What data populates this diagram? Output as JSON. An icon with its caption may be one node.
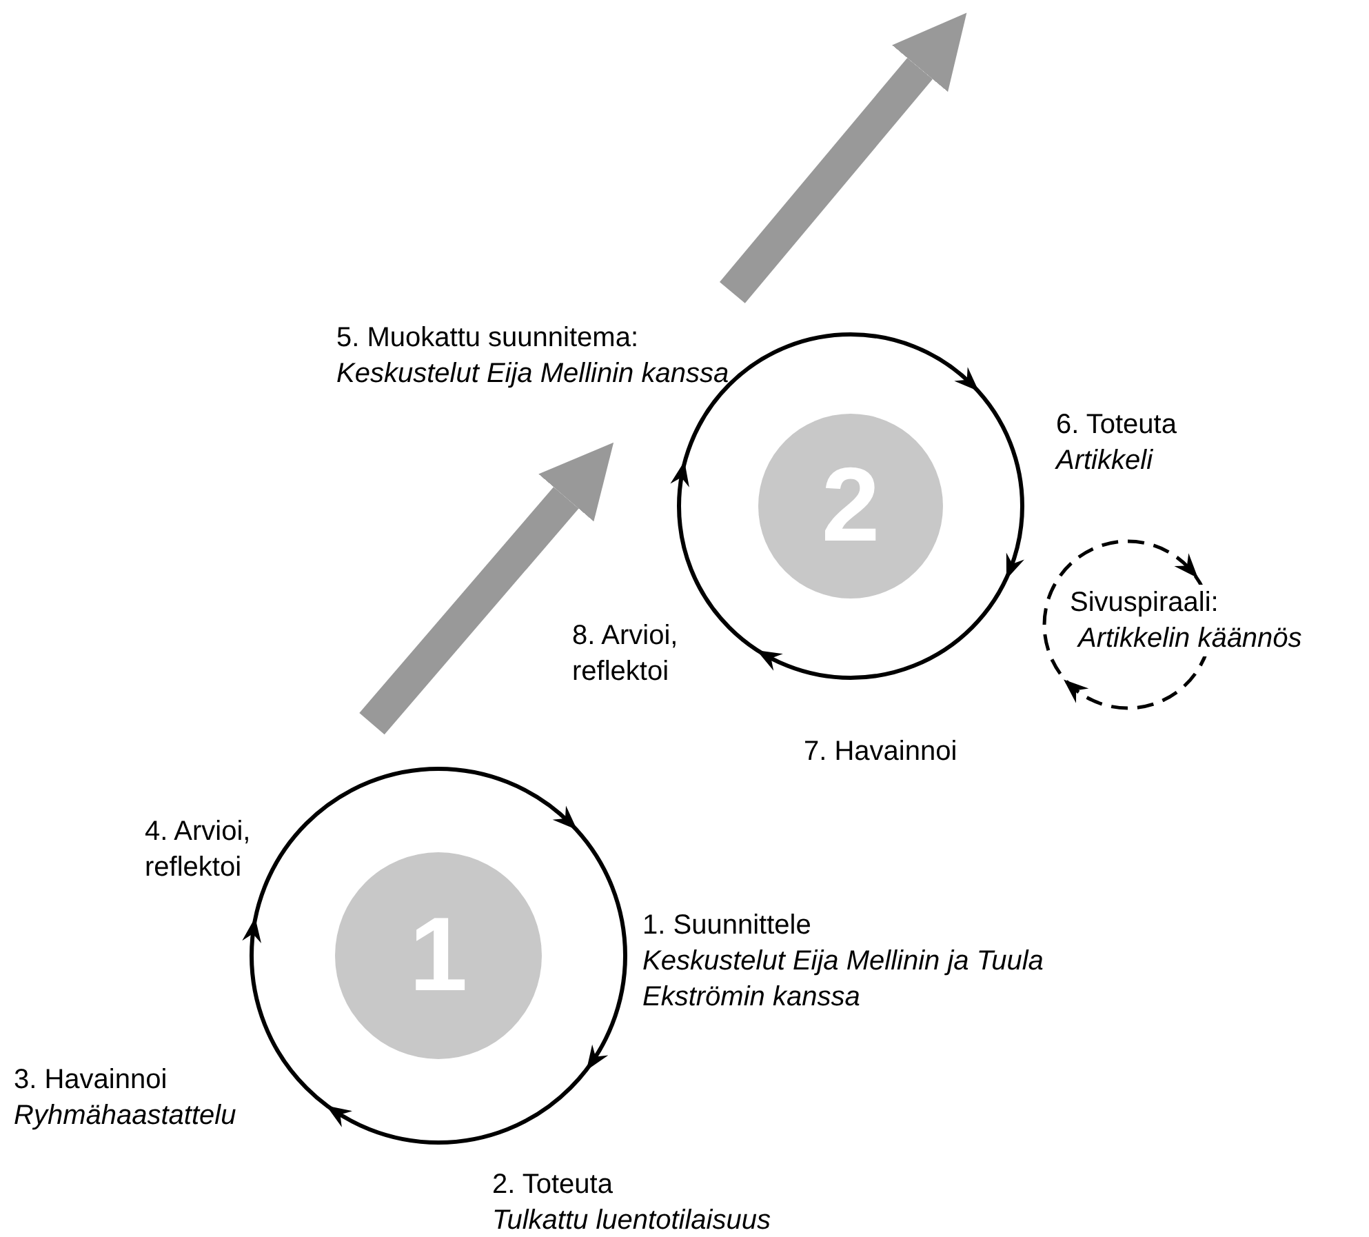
{
  "diagram": {
    "nodes": [
      {
        "text": [],
        "shape": "circle"
      },
      {
        "text": [
          "1"
        ],
        "in": 0
      },
      {
        "text": [],
        "shape": "circle"
      },
      {
        "text": [
          "2"
        ],
        "in": 2
      },
      {
        "text": [],
        "shape": "circle"
      }
    ],
    "edges": [
      {
        "from": 0,
        "to": 2,
        "arrow": "to",
        "color": "#999999"
      },
      {
        "from": 2,
        "to": null,
        "arrow": "to",
        "color": "#999999"
      }
    ],
    "labels": [
      "5. Muokattu suunnitema:",
      "Keskustelut Eija Mellinin kanssa",
      "6. Toteuta",
      "Artikkeli",
      "Sivuspiraali:",
      "Artikkelin käännös",
      "8. Arvioi, reflektoi",
      "7. Havainnoi",
      "4. Arvioi, reflektoi",
      "1. Suunnittele",
      "Keskustelut Eija Mellinin ja Tuula Ekströmin kanssa",
      "3. Havainnoi",
      "Ryhmähaastattelu",
      "2. Toteuta",
      "Tulkattu luentotilaisuus"
    ]
  }
}
